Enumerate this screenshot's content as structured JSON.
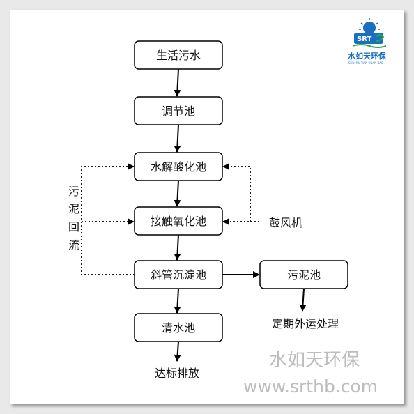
{
  "nodes": {
    "raw_sewage": "生活污水",
    "regulating_tank": "调节池",
    "hydrolysis_tank": "水解酸化池",
    "contact_oxidation_tank": "接触氧化池",
    "inclined_tube_settler": "斜管沉淀池",
    "clear_water_tank": "清水池",
    "sludge_tank": "污泥池"
  },
  "labels": {
    "discharge": "达标排放",
    "sludge_disposal": "定期外运处理",
    "blower": "鼓风机",
    "sludge_return": [
      "污",
      "泥",
      "回",
      "流"
    ]
  },
  "logo": {
    "abbr": "SRT",
    "name": "水如天环保",
    "pinyin": "SHUI RU TIAN HUAN BAO"
  },
  "watermark": {
    "name": "水如天环保",
    "url": "www.srthb.com"
  }
}
